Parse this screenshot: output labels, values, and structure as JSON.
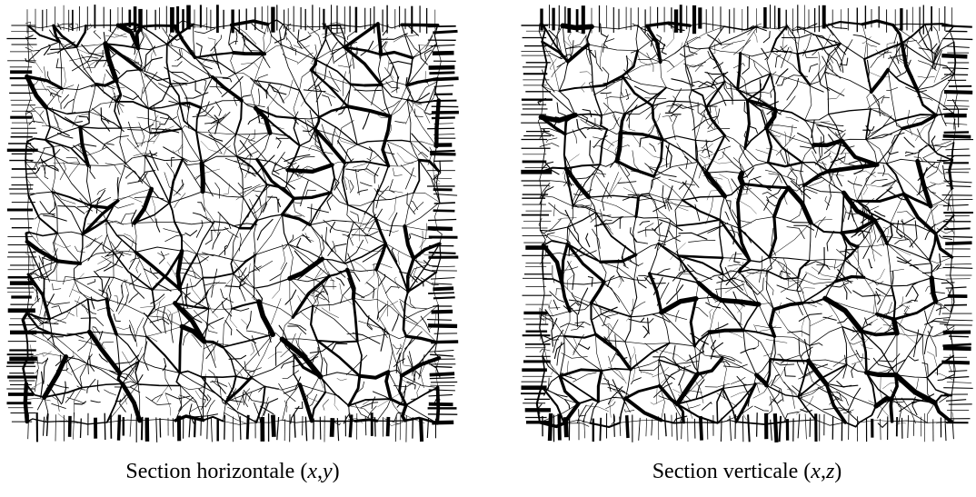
{
  "figure": {
    "panels": [
      {
        "id": "horizontal",
        "caption_prefix": "Section horizontale (",
        "caption_var1": "x",
        "caption_sep": ",",
        "caption_var2": "y",
        "caption_suffix": ")"
      },
      {
        "id": "vertical",
        "caption_prefix": "Section verticale (",
        "caption_var1": "x",
        "caption_sep": ",",
        "caption_var2": "z",
        "caption_suffix": ")"
      }
    ],
    "stroke_color": "#000000",
    "background_color": "#ffffff"
  }
}
